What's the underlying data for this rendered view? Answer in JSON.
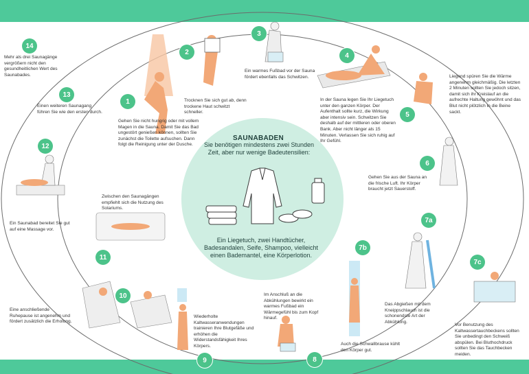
{
  "colors": {
    "banner": "#4ec99a",
    "badge": "#4cc38a",
    "center_circle": "#cfeee2",
    "skin": "#f2a877",
    "ring": "#6b6b6b"
  },
  "center": {
    "title": "SAUNABADEN",
    "subtitle": "Sie benötigen mindestens zwei Stunden Zeit, aber nur wenige Badeutensilien:",
    "items": "Ein Liegetuch, zwei Handtücher, Badesandalen, Seife, Shampoo, vielleicht einen Bademantel, eine Körperlotion."
  },
  "steps": [
    {
      "num": "1",
      "text": "Gehen Sie nicht hungrig oder mit vollem Magen in die Sauna. Damit Sie das Bad ungestört genießen können, sollten Sie zunächst die Toilette aufsuchen. Dann folgt die Reinigung unter der Dusche."
    },
    {
      "num": "2",
      "text": "Trocknen Sie sich gut ab, denn trockene Haut schwitzt schneller."
    },
    {
      "num": "3",
      "text": "Ein warmes Fußbad vor der Sauna fördert ebenfalls das Schwitzen."
    },
    {
      "num": "4",
      "text": "In der Sauna legen Sie Ihr Liegetuch unter den ganzen Körper. Der Aufenthalt sollte kurz, die Wirkung aber intensiv sein. Schwitzen Sie deshalb auf der mittleren oder oberen Bank. Aber nicht länger als 15 Minuten. Verlassen Sie sich ruhig auf Ihr Gefühl."
    },
    {
      "num": "5",
      "text": "Liegend spüren Sie die Wärme angenehm gleichmäßig. Die letzten 2 Minuten sollten Sie jedoch sitzen, damit sich ihr Kreislauf an die aufrechte Haltung gewöhnt und das Blut nicht plötzlich in die Beine sackt."
    },
    {
      "num": "6",
      "text": "Gehen Sie aus der Sauna an die frische Luft. Ihr Körper braucht jetzt Sauerstoff."
    },
    {
      "num": "7a",
      "text": "Das Abgießen mit dem Kneippschlauch ist die schonendste Art der Abkühlung."
    },
    {
      "num": "7b",
      "text": "Auch die Schwallbrause kühlt den Körper gut."
    },
    {
      "num": "7c",
      "text": "Vor Benutzung des Kaltwassertauchbeckens sollten Sie unbedingt den Schweiß abspülen. Bei Bluthochdruck sollten Sie das Tauchbecken meiden."
    },
    {
      "num": "8",
      "text": "Im Anschluß an die Abkühlungen bewirkt ein warmes Fußbad ein Wärmegefühl bis zum Kopf hinauf."
    },
    {
      "num": "9",
      "text": "Wiederholte Kaltwasseranwendungen trainieren Ihre Blutgefäße und erhöhen die Widerstandsfähigkeit Ihres Körpers."
    },
    {
      "num": "10",
      "text": "Eine anschließende Ruhepause ist angenehm und fördert zusätzlich die Erholung."
    },
    {
      "num": "11",
      "text": "Zwischen den Saunagängen empfiehlt sich die Nutzung des Solariums."
    },
    {
      "num": "12",
      "text": "Ein Saunabad bereitet Sie gut auf eine Massage vor."
    },
    {
      "num": "13",
      "text": "Einen weiteren Saunagang führen Sie wie den ersten durch."
    },
    {
      "num": "14",
      "text": "Mehr als drei Saunagänge vergrößern nicht den gesundheitlichen Wert des Saunabades."
    }
  ]
}
